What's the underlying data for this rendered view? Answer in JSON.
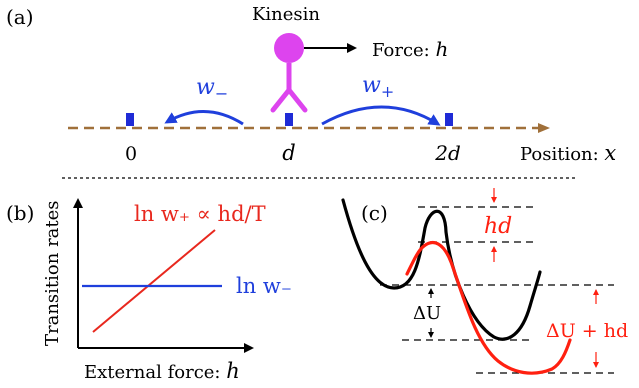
{
  "panels": {
    "a": {
      "label": "(a)",
      "motor_label": "Kinesin",
      "force_label": "Force: ",
      "force_symbol": "h",
      "rate_minus_base": "w",
      "rate_minus_sub": "−",
      "rate_plus_base": "w",
      "rate_plus_sub": "+",
      "site_labels": [
        "0",
        "d",
        "2d"
      ],
      "axis_label": "Position: ",
      "axis_symbol": "x"
    },
    "b": {
      "label": "(b)",
      "ylabel": "Transition rates",
      "xlabel": "External force: ",
      "xlabel_symbol": "h",
      "curve_plus_label": "ln w₊ ∝ hd/T",
      "curve_minus_label": "ln w₋"
    },
    "c": {
      "label": "(c)",
      "hd_label": "hd",
      "du_label": "ΔU",
      "du_hd_label": "ΔU + hd"
    }
  },
  "colors": {
    "motor": "#dd44ee",
    "site": "#1f2bd6",
    "track": "#a0703a",
    "rate_arrow": "#1f3fdc",
    "line_plus": "#e8281e",
    "line_minus": "#1f3fdc",
    "potential_original": "#000000",
    "potential_tilted": "#ff2010"
  }
}
